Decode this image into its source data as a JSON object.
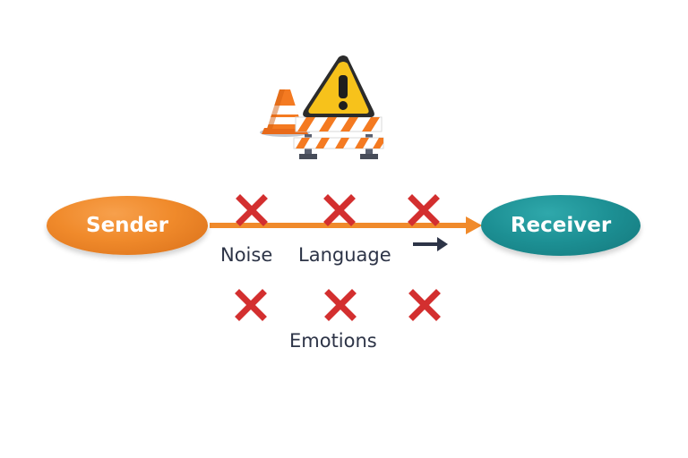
{
  "nodes": {
    "sender": "Sender",
    "receiver": "Receiver"
  },
  "barriers": {
    "noise": "Noise",
    "language": "Language",
    "emotions": "Emotions"
  },
  "icons": {
    "warning": "warning-sign-icon",
    "cone": "traffic-cone-icon",
    "barricade": "road-barricade-icon",
    "cross": "cross-mark-icon",
    "arrow": "arrow-right-icon"
  },
  "colors": {
    "sender": "#f08a2b",
    "receiver": "#1c8f93",
    "arrow": "#f08a2b",
    "cross": "#d32f2f",
    "text": "#2d3447",
    "warning": "#f7c21b"
  }
}
